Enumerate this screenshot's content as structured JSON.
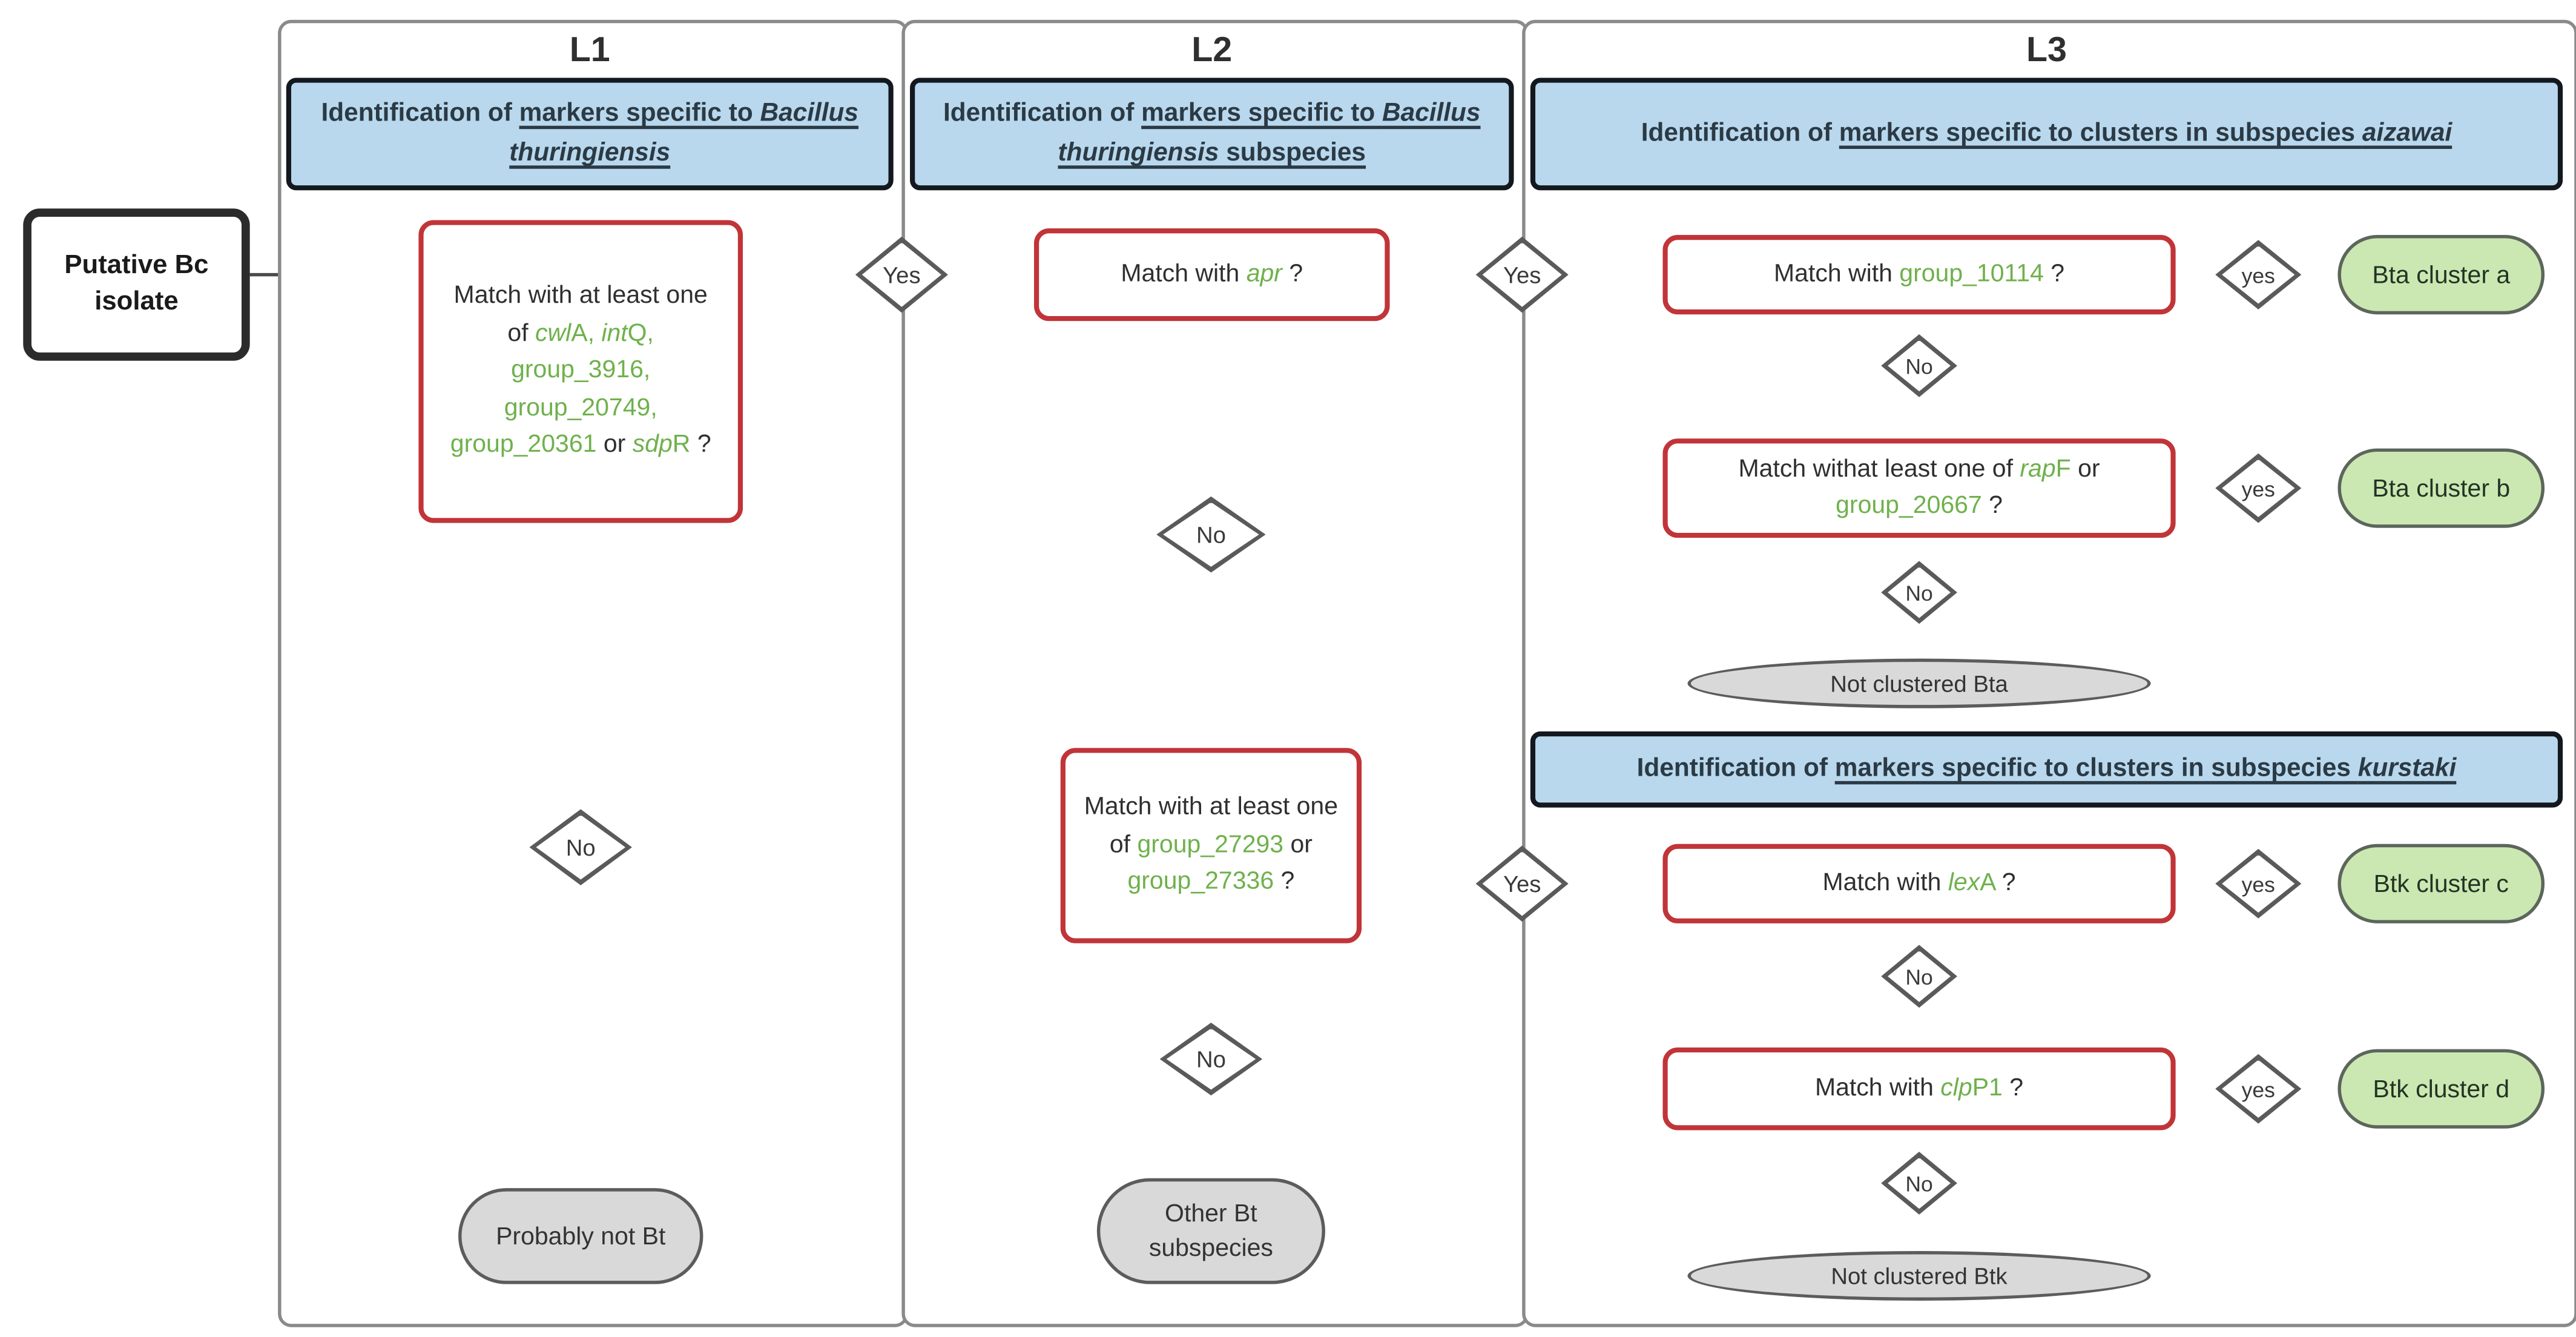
{
  "palette": {
    "header_fill": "#b9d8ed",
    "header_border": "#13181f",
    "header_text": "#2b3a45",
    "question_border": "#c13438",
    "gene_green": "#6fb14c",
    "terminal_gray_fill": "#d9d9d9",
    "terminal_green_fill": "#cbe8b2",
    "node_border_gray": "#5c5c5c",
    "arrow": "#4a4a4a"
  },
  "columns": [
    {
      "title": "L1",
      "header": [
        {
          "t": "Identification of "
        },
        {
          "t": "markers specific to ",
          "u": true
        },
        {
          "t": "Bacillus thuringiensis",
          "u": true,
          "i": true
        }
      ]
    },
    {
      "title": "L2",
      "header": [
        {
          "t": "Identification of "
        },
        {
          "t": "markers specific to ",
          "u": true
        },
        {
          "t": "Bacillus thuringiensis",
          "u": true,
          "i": true
        },
        {
          "t": " subspecies",
          "u": true
        }
      ]
    },
    {
      "title": "L3",
      "header": [
        {
          "t": "Identification of "
        },
        {
          "t": "markers specific to clusters in subspecies ",
          "u": true
        },
        {
          "t": "aizawai",
          "u": true,
          "i": true
        }
      ]
    }
  ],
  "kurstaki_header": [
    {
      "t": "Identification of "
    },
    {
      "t": "markers specific to clusters in subspecies ",
      "u": true
    },
    {
      "t": "kurstaki",
      "u": true,
      "i": true
    }
  ],
  "start": {
    "label": "Putative Bc isolate"
  },
  "questions": {
    "l1": [
      {
        "t": "Match with at least one of "
      },
      {
        "t": "cwl",
        "i": true,
        "g": true
      },
      {
        "t": "A, ",
        "g": true
      },
      {
        "t": "int",
        "i": true,
        "g": true
      },
      {
        "t": "Q, ",
        "g": true
      },
      {
        "t": "group_3916, ",
        "g": true
      },
      {
        "t": "group_20749, ",
        "g": true
      },
      {
        "t": "group_20361 ",
        "g": true
      },
      {
        "t": "or "
      },
      {
        "t": "sdp",
        "i": true,
        "g": true
      },
      {
        "t": "R",
        "g": true
      },
      {
        "t": " ?"
      }
    ],
    "l2_apr": [
      {
        "t": "Match with "
      },
      {
        "t": "apr",
        "i": true,
        "g": true
      },
      {
        "t": " ?"
      }
    ],
    "l2_groups": [
      {
        "t": "Match with at least one of "
      },
      {
        "t": "group_27293 ",
        "g": true
      },
      {
        "t": "or "
      },
      {
        "t": "group_27336",
        "g": true
      },
      {
        "t": " ?"
      }
    ],
    "l3a_g10114": [
      {
        "t": "Match with "
      },
      {
        "t": "group_10114",
        "g": true
      },
      {
        "t": " ?"
      }
    ],
    "l3a_rapf": [
      {
        "t": "Match withat least one of "
      },
      {
        "t": "rap",
        "i": true,
        "g": true
      },
      {
        "t": "F",
        "g": true
      },
      {
        "t": " or "
      },
      {
        "t": "group_20667",
        "g": true
      },
      {
        "t": " ?"
      }
    ],
    "l3k_lexa": [
      {
        "t": "Match with "
      },
      {
        "t": "lex",
        "i": true,
        "g": true
      },
      {
        "t": "A",
        "g": true
      },
      {
        "t": " ?"
      }
    ],
    "l3k_clpp1": [
      {
        "t": "Match with "
      },
      {
        "t": "clp",
        "i": true,
        "g": true
      },
      {
        "t": "P1",
        "g": true
      },
      {
        "t": " ?"
      }
    ]
  },
  "decisions": {
    "yes_big": "Yes",
    "yes_small": "yes",
    "no": "No"
  },
  "terminals": {
    "probably_not_bt": "Probably not Bt",
    "other_bt": "Other Bt subspecies",
    "not_bta": "Not clustered Bta",
    "not_btk": "Not clustered Btk",
    "bta_a": "Bta cluster a",
    "bta_b": "Bta cluster b",
    "btk_c": "Btk cluster c",
    "btk_d": "Btk cluster d"
  }
}
